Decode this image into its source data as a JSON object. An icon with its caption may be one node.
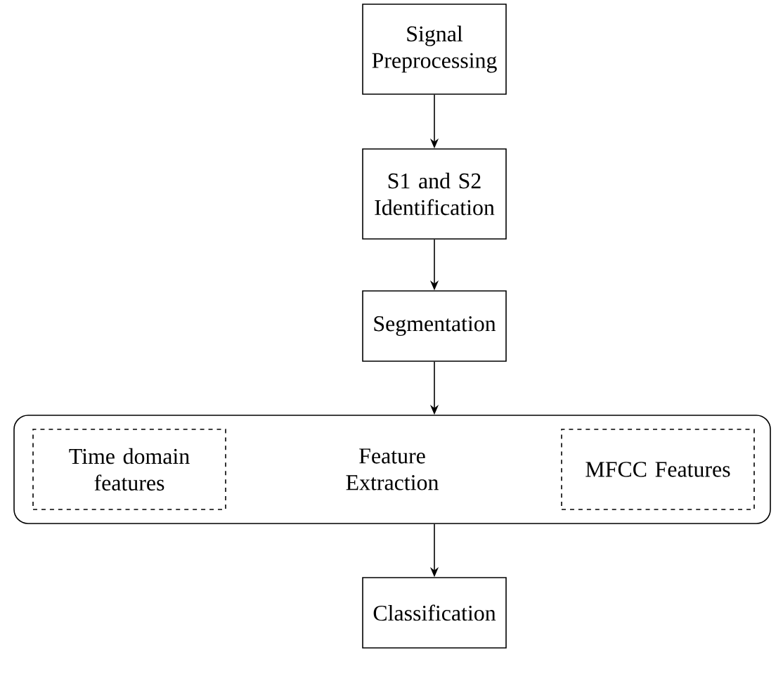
{
  "diagram": {
    "nodes": [
      {
        "text": [
          "Signal Preprocessing"
        ]
      },
      {
        "text": [
          "S1 and S2 Identification"
        ]
      },
      {
        "text": [
          "Segmentation"
        ]
      },
      {
        "text": [
          "Feature Extraction"
        ]
      },
      {
        "text": [
          "Time domain features"
        ],
        "in": 3
      },
      {
        "text": [
          "MFCC Features"
        ],
        "in": 3
      },
      {
        "text": [
          "Classification"
        ]
      }
    ],
    "edges": [
      {
        "from": 0,
        "to": 1,
        "arrow": "to"
      },
      {
        "from": 1,
        "to": 2,
        "arrow": "to"
      },
      {
        "from": 2,
        "to": 3,
        "arrow": "to"
      },
      {
        "from": 3,
        "to": 6,
        "arrow": "to"
      }
    ]
  }
}
